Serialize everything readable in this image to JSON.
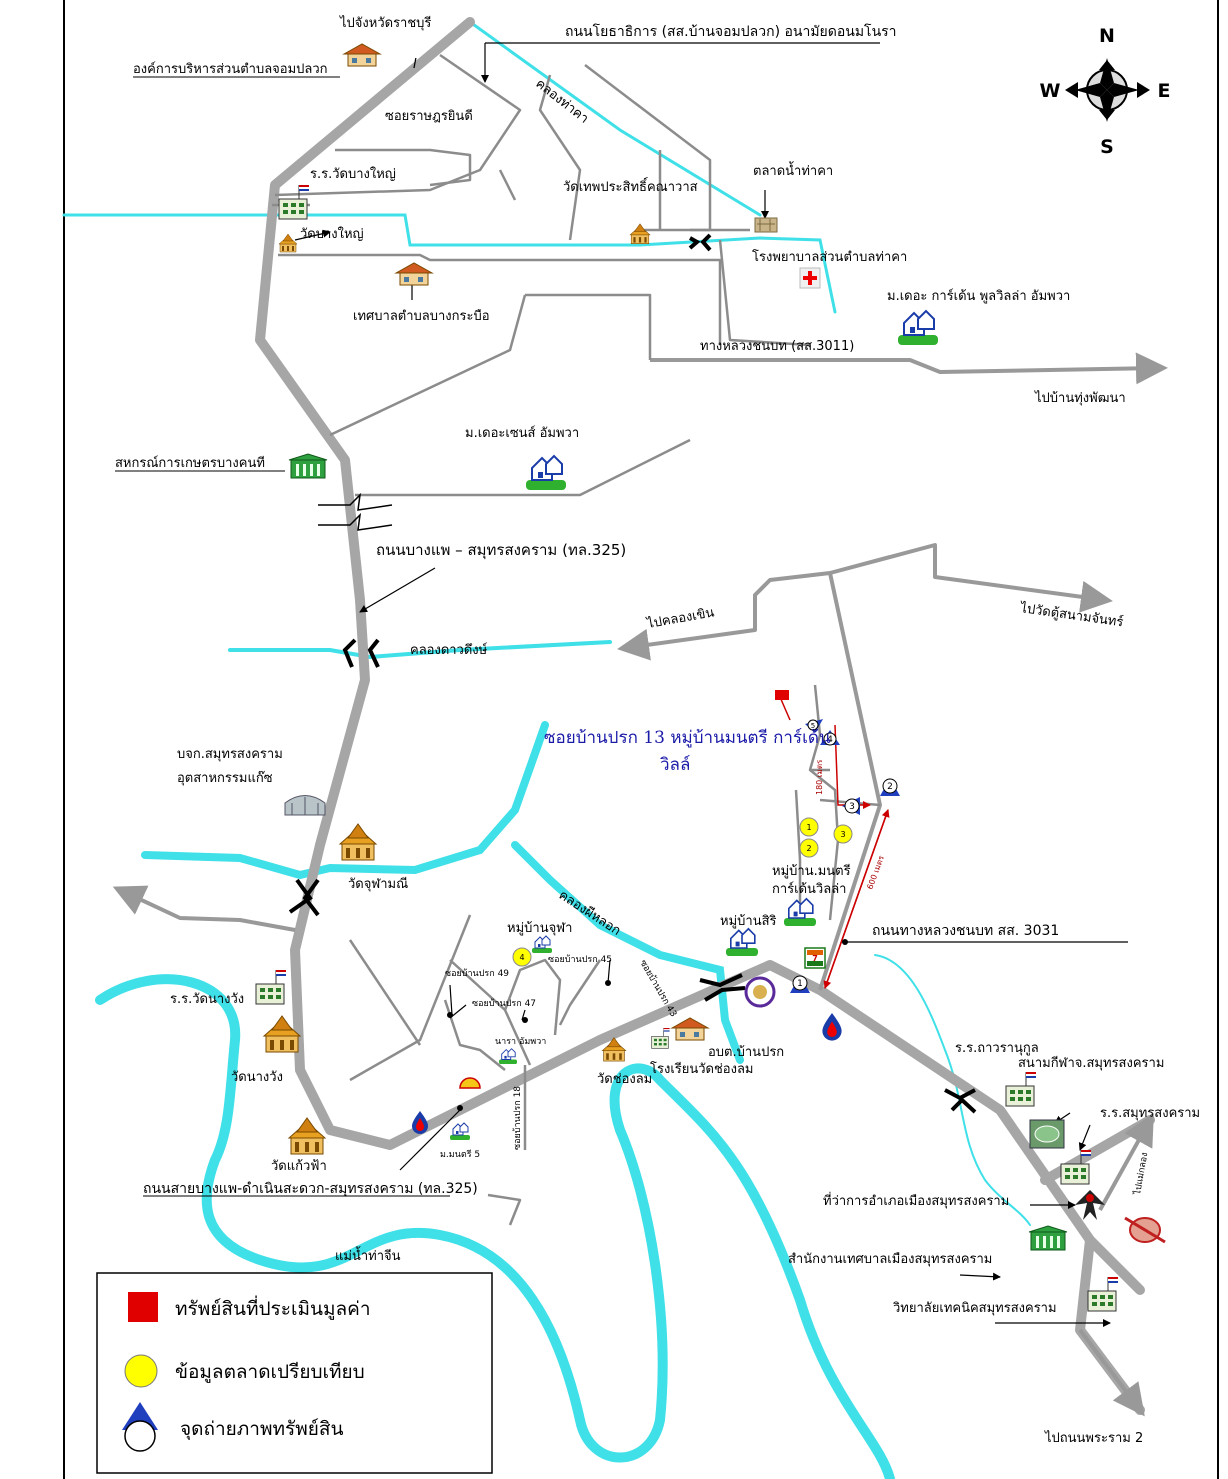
{
  "compass": {
    "north": "N",
    "south": "S",
    "east": "E",
    "west": "W"
  },
  "labels": {
    "to_ratchaburi": "ไปจังหวัดราชบุรี",
    "sao_jom_plak": "องค์การบริหารส่วนตำบลจอมปลวก",
    "road_public_works": "ถนนโยธาธิการ (สส.บ้านจอมปลวก) อนามัยดอนมโนรา",
    "khlong_tha_kha": "คลองท่าคา",
    "soi_rat_burin": "ซอยราษฎรยินดี",
    "school_bang_yai": "ร.ร.วัดบางใหญ่",
    "wat_bang_yai": "วัดบางใหญ่",
    "wat_thep": "วัดเทพประสิทธิ์คณาวาส",
    "tha_kha_market": "ตลาดน้ำท่าคา",
    "tha_kha_hospital": "โรงพยาบาลส่วนตำบลท่าคา",
    "garden_pool": "ม.เดอะ การ์เด้น พูลวิลล่า อัมพวา",
    "bang_krabue": "เทศบาลตำบลบางกระบือ",
    "rural_road_3011": "ทางหลวงชนบท (สส.3011)",
    "to_thung_phatthana": "ไปบ้านทุ่งพัฒนา",
    "the_scene": "ม.เดอะเซนส์ อัมพวา",
    "coop": "สหกรณ์การเกษตรบางคนที",
    "road_325_top": "ถนนบางแพ – สมุทรสงคราม (ทล.325)",
    "to_khlong_khoen": "ไปคลองเขิน",
    "to_wat_tu": "ไปวัดตู้สนามจันทร์",
    "khlong_dao_dueng": "คลองดาวดึงษ์",
    "soi_subject": "ซอยบ้านปรก 13 หมู่บ้านมนตรี การ์เด้น",
    "soi_subject_2": "วิลล์",
    "glass_co_1": "บจก.สมุทรสงคราม",
    "glass_co_2": "อุตสาหกรรมแก๊ซ",
    "wat_chu_phamani": "วัดจุฬามณี",
    "monteri_village_1": "หมู่บ้าน.มนตรี",
    "monteri_village_2": "การ์เด้นวิลล่า",
    "khlong_phi_lok": "คลองผีหลอก",
    "chuda_village": "หมู่บ้านจุฬา",
    "siri_village": "หมู่บ้านสิริ",
    "rural_road_3031": "ถนนทางหลวงชนบท สส. 3031",
    "soi_49": "ซอยบ้านปรก 49",
    "soi_47": "ซอยบ้านปรก 47",
    "soi_45": "ซอยบ้านปรก 45",
    "soi_43": "ซอยบ้านปรก 43",
    "soi_18": "ซอยบ้านปรก 18",
    "narathip": "นารา อัมพวา",
    "school_nang_wang": "ร.ร.วัดนางวัง",
    "wat_nang_wang": "วัดนางวัง",
    "obt_ban_prok": "อบต.บ้านปรก",
    "wat_chong_lom": "วัดช่องลม",
    "school_chong_lom": "โรงเรียนวัดช่องลม",
    "school_thawaranukun": "ร.ร.ถาวรานุกูล",
    "stadium": "สนามกีฬาจ.สมุทรสงคราม",
    "school_samut": "ร.ร.สมุทรสงคราม",
    "wat_kaeo_fa": "วัดแก้วฟ้า",
    "monteri_5": "ม.มนตรี 5",
    "road_325_bottom": "ถนนสายบางแพ-ดำเนินสะดวก-สมุทรสงคราม (ทล.325)",
    "district_office": "ที่ว่าการอำเภอเมืองสมุทรสงคราม",
    "municipal_office": "สำนักงานเทศบาลเมืองสมุทรสงคราม",
    "tech_college": "วิทยาลัยเทคนิคสมุทรสงคราม",
    "tha_chin": "แม่น้ำท่าจีน",
    "to_rama2": "ไปถนนพระราม 2",
    "to_mae_klong": "ไปแม่กลอง",
    "dist_180": "180 เมตร",
    "dist_600": "600 เมตร",
    "num_I": "I"
  },
  "markers": {
    "comparables": [
      "1",
      "2",
      "3",
      "4"
    ],
    "photo_points": [
      "1",
      "2",
      "3",
      "4",
      "5"
    ]
  },
  "legend": {
    "subject": "ทรัพย์สินที่ประเมินมูลค่า",
    "comparable": "ข้อมูลตลาดเปรียบเทียบ",
    "photo": "จุดถ่ายภาพทรัพย์สิน"
  },
  "colors": {
    "road": "#a6a6a6",
    "minor_road": "#8c8c8c",
    "water": "#3fe0e8",
    "subject": "#e00000",
    "comparable": "#ffff00",
    "photo": "#1f3fbf"
  }
}
